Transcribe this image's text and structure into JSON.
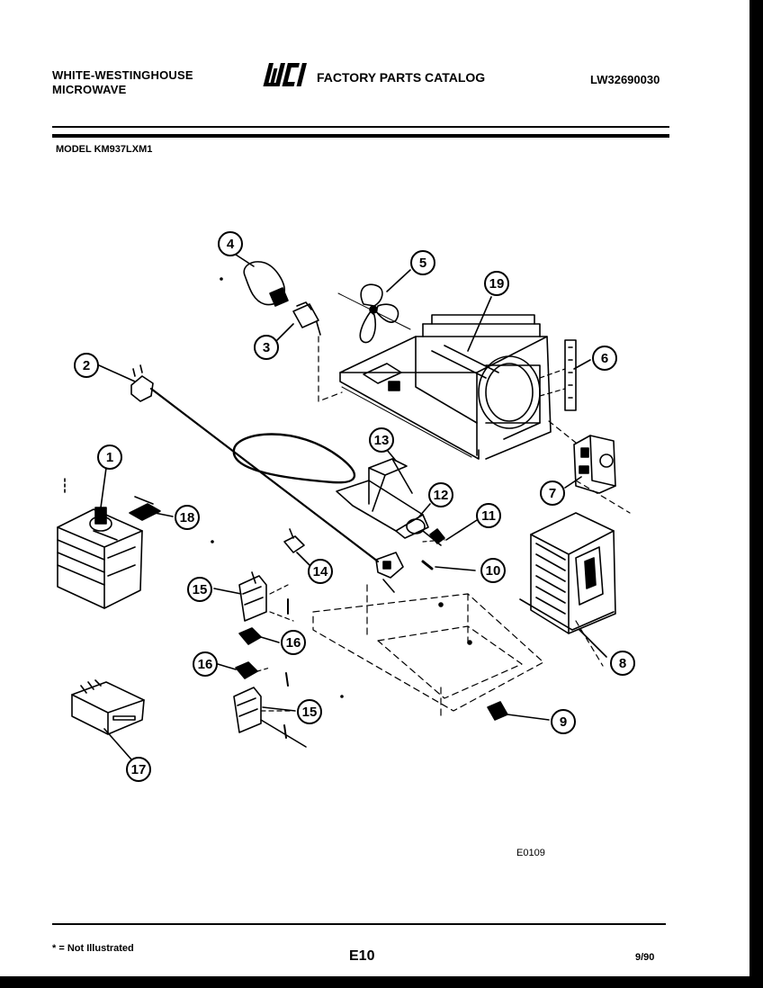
{
  "header": {
    "brand_line1": "WHITE-WESTINGHOUSE",
    "brand_line2": "MICROWAVE",
    "logo_text": "WCI",
    "catalog_title": "FACTORY PARTS CATALOG",
    "catalog_number": "LW32690030"
  },
  "model": "MODEL KM937LXM1",
  "diagram": {
    "figure_code": "E0109",
    "callouts": [
      "1",
      "2",
      "3",
      "4",
      "5",
      "6",
      "7",
      "8",
      "9",
      "10",
      "11",
      "12",
      "13",
      "14",
      "15",
      "16",
      "17",
      "18",
      "19"
    ]
  },
  "footer": {
    "footnote": "* = Not Illustrated",
    "page": "E10",
    "date": "9/90"
  }
}
